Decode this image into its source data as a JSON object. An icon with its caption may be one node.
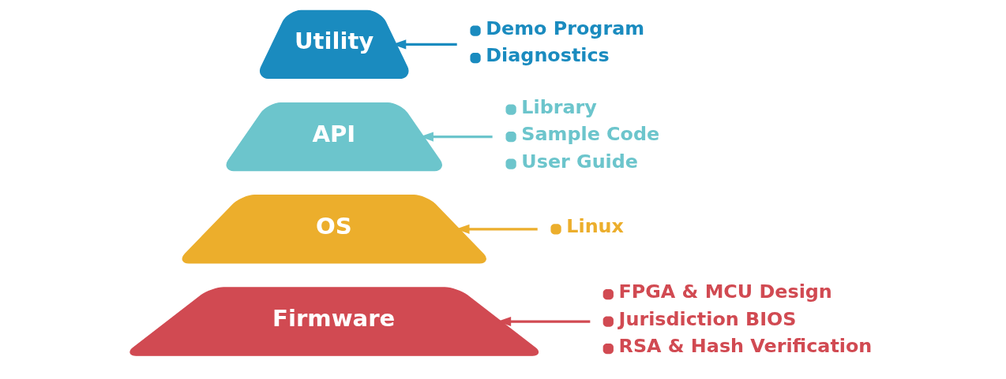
{
  "diagram": {
    "nodes": [
      {
        "text": [
          "Utility"
        ]
      },
      {
        "text": [
          "Demo Program",
          "Diagnostics"
        ]
      },
      {
        "text": [
          "API"
        ]
      },
      {
        "text": [
          "Library",
          "Sample Code",
          "User Guide"
        ]
      },
      {
        "text": [
          "OS"
        ]
      },
      {
        "text": [
          "Linux"
        ]
      },
      {
        "text": [
          "Firmware"
        ]
      },
      {
        "text": [
          "FPGA & MCU Design",
          "Jurisdiction BIOS",
          "RSA & Hash Verification"
        ]
      }
    ],
    "edges": [
      {
        "from": 1,
        "to": 0,
        "arrow": "to",
        "color": "#1a8bbf"
      },
      {
        "from": 3,
        "to": 2,
        "arrow": "to",
        "color": "#6cc5cc"
      },
      {
        "from": 5,
        "to": 4,
        "arrow": "to",
        "color": "#ecae2c"
      },
      {
        "from": 7,
        "to": 6,
        "arrow": "to",
        "color": "#d14a52"
      }
    ]
  }
}
